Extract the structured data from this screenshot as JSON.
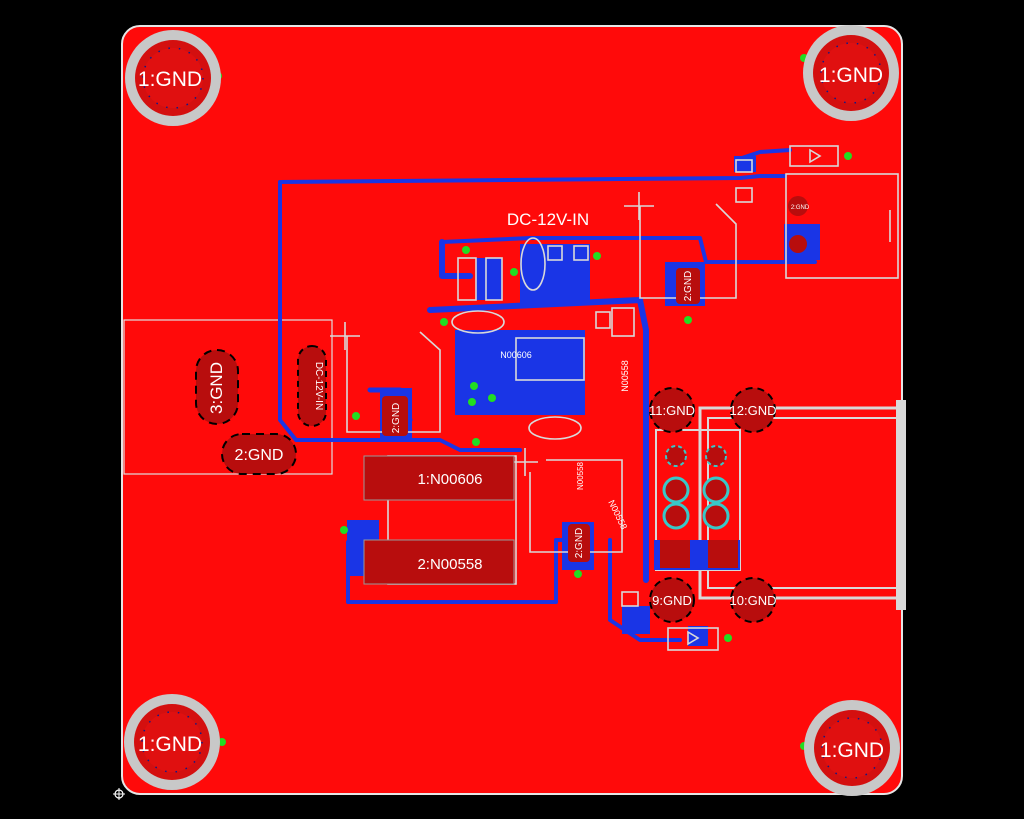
{
  "board": {
    "copper_color": "#ff0a0a",
    "trace_color": "#1a35e6",
    "silk_color": "#d9d9d9",
    "via_color": "#22dd22",
    "background": "#000000"
  },
  "labels": {
    "dc_in": "DC-12V-IN",
    "jack_silk": "DC-12V-IN",
    "mount_tl": "1:GND",
    "mount_tr": "1:GND",
    "mount_bl": "1:GND",
    "mount_br": "1:GND",
    "jack_gnd3": "3:GND",
    "jack_gnd2": "2:GND",
    "cap1_gnd": "2:GND",
    "cap2_gnd": "2:GND",
    "cap3_gnd": "2:GND",
    "led_gnd": "2:GND",
    "ind_top": "1:N00606",
    "ind_bottom": "2:N00558",
    "ic_label": "N00606",
    "ic_label2": "N00558",
    "diode_label": "N00558",
    "diode_label2": "N00558",
    "usb_11": "11:GND",
    "usb_12": "12:GND",
    "usb_9": "9:GND",
    "usb_10": "10:GND"
  }
}
